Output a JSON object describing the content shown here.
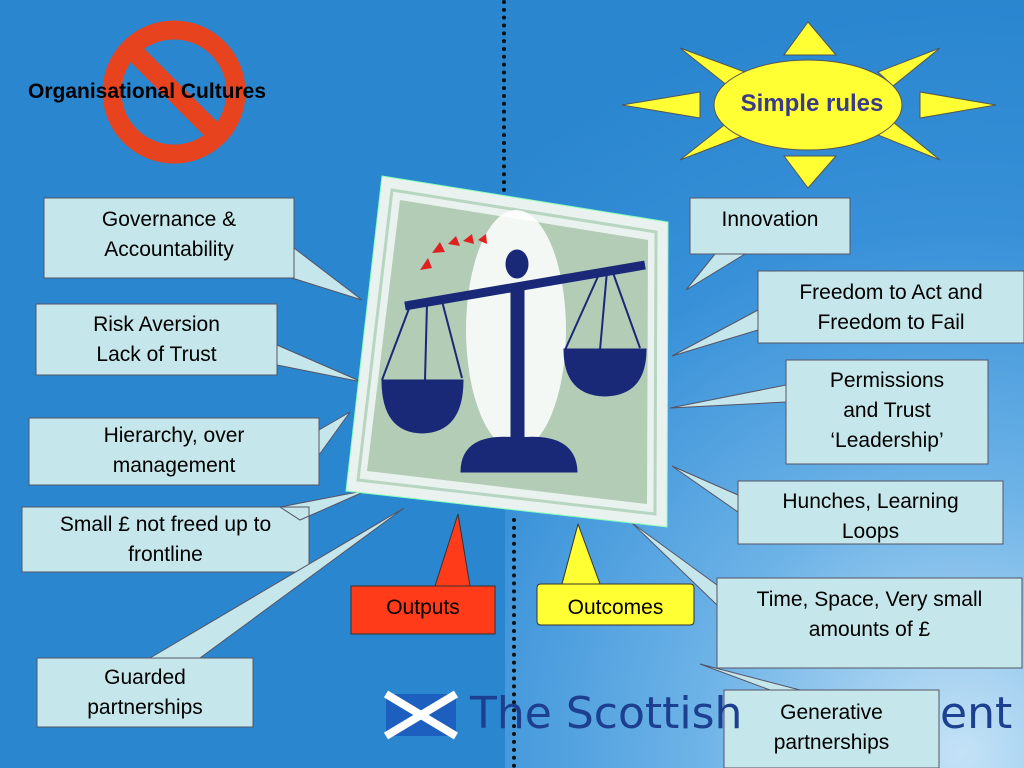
{
  "title": "Organisational Cultures",
  "simple_rules": "Simple rules",
  "left_boxes": [
    {
      "l1": "Governance &",
      "l2": "Accountability"
    },
    {
      "l1": "Risk Aversion",
      "l2": "Lack of Trust"
    },
    {
      "l1": "Hierarchy, over",
      "l2": "management"
    },
    {
      "l1": "Small £ not freed up to",
      "l2": "frontline"
    },
    {
      "l1": "Guarded",
      "l2": "partnerships"
    }
  ],
  "right_boxes": [
    {
      "l1": "Innovation"
    },
    {
      "l1": "Freedom to Act and",
      "l2": "Freedom to Fail"
    },
    {
      "l1": "Permissions",
      "l2": "and Trust",
      "l3": "‘Leadership’"
    },
    {
      "l1": "Hunches, Learning",
      "l2": "Loops"
    },
    {
      "l1": "Time, Space, Very small",
      "l2": "amounts of £"
    },
    {
      "l1": "Generative",
      "l2": "partnerships"
    }
  ],
  "outputs": "Outputs",
  "outcomes": "Outcomes",
  "logo_text": "The Scottish",
  "logo_text_end": "ent",
  "colors": {
    "background": "#2a86cf",
    "callout_fill": "#c5e6ea",
    "outputs_fill": "#ff3b1a",
    "outcomes_fill": "#ffff33",
    "sun": "#ffff33",
    "no_symbol": "#e8431f",
    "scales": "#1a2878"
  }
}
